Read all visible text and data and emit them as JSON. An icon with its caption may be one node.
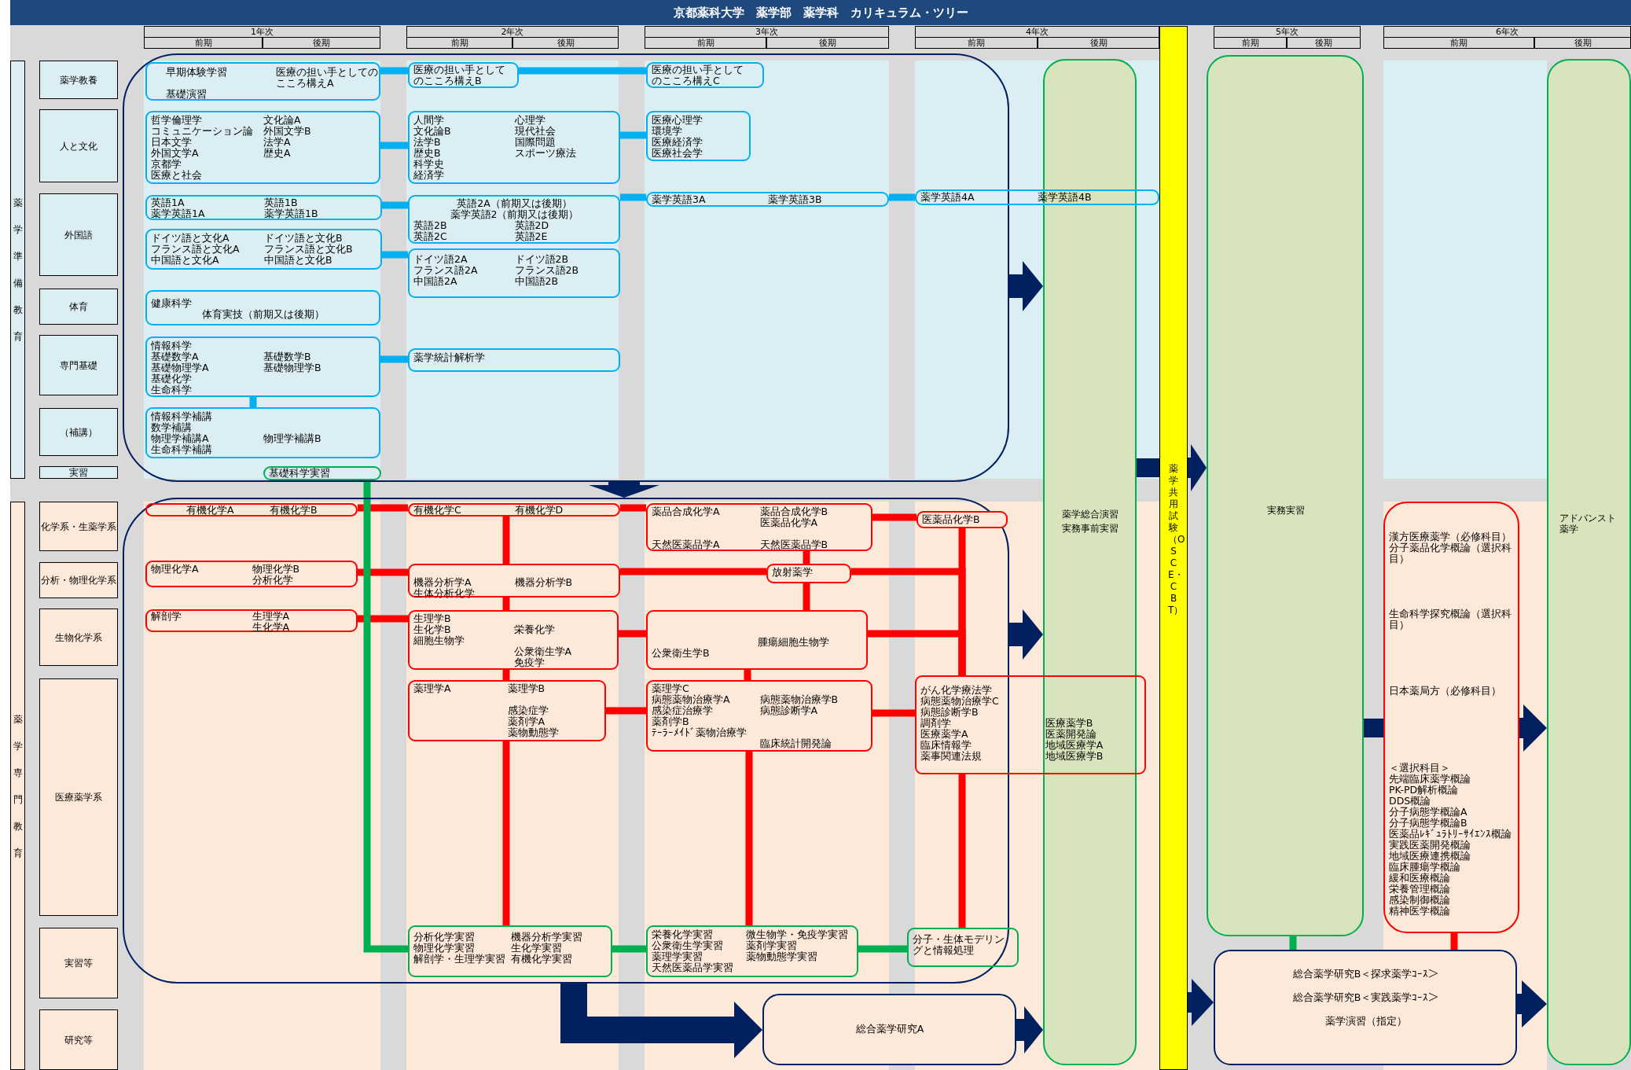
{
  "diagram": {
    "title": "京都薬科大学　薬学部　薬学科　カリキュラム・ツリー",
    "nodes": [
      {
        "text": [
          "薬学準備教育"
        ]
      },
      {
        "text": [
          "薬学教養"
        ]
      },
      {
        "text": [
          "人と文化"
        ]
      },
      {
        "text": [
          "外国語"
        ]
      },
      {
        "text": [
          "体育"
        ]
      },
      {
        "text": [
          "専門基礎"
        ]
      },
      {
        "text": [
          "（補講）"
        ]
      },
      {
        "text": [
          "実習"
        ]
      },
      {
        "text": [
          "薬学専門教育"
        ]
      },
      {
        "text": [
          "化学系・生薬学系"
        ]
      },
      {
        "text": [
          "分析・物理化学系"
        ]
      },
      {
        "text": [
          "生物化学系"
        ]
      },
      {
        "text": [
          "医療薬学系"
        ]
      },
      {
        "text": [
          "実習等"
        ]
      },
      {
        "text": [
          "研究等"
        ]
      },
      {
        "text": [],
        "shape": "box"
      },
      {
        "text": [
          "早期体験学習",
          "基礎演習",
          "医療の担い手としてのこころ構えA"
        ],
        "in": 15
      },
      {
        "text": [
          "医療の担い手としてのこころ構えB"
        ],
        "in": 15
      },
      {
        "text": [
          "医療の担い手としてのこころ構えC"
        ],
        "in": 15
      },
      {
        "text": [
          "哲学倫理学",
          "コミュニケーション論",
          "日本文学",
          "外国文学A",
          "京都学",
          "医療と社会",
          "文化論A",
          "外国文学B",
          "法学A",
          "歴史A"
        ],
        "in": 15
      },
      {
        "text": [
          "人間学",
          "文化論B",
          "法学B",
          "歴史B",
          "科学史",
          "経済学",
          "心理学",
          "現代社会",
          "国際問題",
          "スポーツ療法"
        ],
        "in": 15
      },
      {
        "text": [
          "医療心理学",
          "環境学",
          "医療経済学",
          "医療社会学"
        ],
        "in": 15
      },
      {
        "text": [
          "英語1A",
          "薬学英語1A",
          "英語1B",
          "薬学英語1B"
        ],
        "in": 15
      },
      {
        "text": [
          "英語2A（前期又は後期）",
          "薬学英語2（前期又は後期）",
          "英語2B",
          "英語2C",
          "英語2D",
          "英語2E"
        ],
        "in": 15
      },
      {
        "text": [
          "薬学英語3A",
          "薬学英語3B"
        ],
        "in": 15
      },
      {
        "text": [
          "薬学英語4A",
          "薬学英語4B"
        ]
      },
      {
        "text": [
          "ドイツ語と文化A",
          "フランス語と文化A",
          "中国語と文化A",
          "ドイツ語と文化B",
          "フランス語と文化B",
          "中国語と文化B"
        ],
        "in": 15
      },
      {
        "text": [
          "ドイツ語2A",
          "フランス語2A",
          "中国語2A",
          "ドイツ語2B",
          "フランス語2B",
          "中国語2B"
        ],
        "in": 15
      },
      {
        "text": [
          "健康科学",
          "体育実技（前期又は後期）"
        ],
        "in": 15
      },
      {
        "text": [
          "情報科学",
          "基礎数学A",
          "基礎物理学A",
          "基礎化学",
          "生命科学",
          "基礎数学B",
          "基礎物理学B"
        ],
        "in": 15
      },
      {
        "text": [
          "薬学統計解析学"
        ],
        "in": 15
      },
      {
        "text": [
          "情報科学補講",
          "数学補講",
          "物理学補講A",
          "生命科学補講",
          "物理学補講B"
        ],
        "in": 15
      },
      {
        "text": [
          "基礎科学実習"
        ],
        "in": 15
      },
      {
        "text": [],
        "shape": "box"
      },
      {
        "text": [
          "有機化学A",
          "有機化学B"
        ],
        "in": 33
      },
      {
        "text": [
          "有機化学C",
          "有機化学D"
        ],
        "in": 33
      },
      {
        "text": [
          "薬品合成化学A",
          "天然医薬品学A",
          "薬品合成化学B",
          "医薬品化学A",
          "天然医薬品学B"
        ],
        "in": 33
      },
      {
        "text": [
          "医薬品化学B"
        ],
        "in": 33
      },
      {
        "text": [
          "物理化学A",
          "物理化学B",
          "分析化学"
        ],
        "in": 33
      },
      {
        "text": [
          "機器分析学A",
          "生体分析化学",
          "機器分析学B"
        ],
        "in": 33
      },
      {
        "text": [
          "放射薬学"
        ],
        "in": 33
      },
      {
        "text": [
          "解剖学",
          "生理学A",
          "生化学A"
        ],
        "in": 33
      },
      {
        "text": [
          "生理学B",
          "生化学B",
          "細胞生物学",
          "栄養化学",
          "公衆衛生学A",
          "免疫学"
        ],
        "in": 33
      },
      {
        "text": [
          "公衆衛生学B",
          "腫瘍細胞生物学"
        ],
        "in": 33
      },
      {
        "text": [
          "薬理学A",
          "薬理学B",
          "感染症学",
          "薬剤学A",
          "薬物動態学"
        ],
        "in": 33
      },
      {
        "text": [
          "薬理学C",
          "病態薬物治療学A",
          "感染症治療学",
          "薬剤学B",
          "ﾃｰﾗｰﾒｲﾄﾞ薬物治療学",
          "病態薬物治療学B",
          "病態診断学A",
          "臨床統計開発論"
        ],
        "in": 33
      },
      {
        "text": [
          "がん化学療法学",
          "病態薬物治療学C",
          "病態診断学B",
          "調剤学",
          "医療薬学A",
          "臨床情報学",
          "薬事関連法規",
          "医療薬学B",
          "医薬開発論",
          "地域医療学A",
          "地域医療学B"
        ]
      },
      {
        "text": [
          "分析化学実習",
          "物理化学実習",
          "解剖学・生理学実習",
          "機器分析学実習",
          "生化学実習",
          "有機化学実習"
        ],
        "in": 33
      },
      {
        "text": [
          "栄養化学実習",
          "公衆衛生学実習",
          "薬理学実習",
          "天然医薬品学実習",
          "微生物学・免疫学実習",
          "薬剤学実習",
          "薬物動態学実習"
        ],
        "in": 33
      },
      {
        "text": [
          "分子・生体モデリングと情報処理"
        ],
        "in": 33
      },
      {
        "text": [
          "総合薬学研究A"
        ]
      },
      {
        "text": [
          "薬学総合演習",
          "実務事前実習"
        ]
      },
      {
        "text": [
          "薬学共用試験（OSCE・CBT）"
        ]
      },
      {
        "text": [
          "実務実習"
        ]
      },
      {
        "text": [
          "漢方医療薬学（必修科目）",
          "分子薬品化学概論（選択科目）",
          "生命科学探究概論（選択科目）",
          "日本薬局方（必修科目）",
          "＜選択科目＞",
          "先端臨床薬学概論",
          "PK-PD解析概論",
          "DDS概論",
          "分子病態学概論A",
          "分子病態学概論B",
          "医薬品ﾚｷﾞｭﾗﾄﾘｰｻｲｴﾝｽ概論",
          "実践医薬開発概論",
          "地域医療連携概論",
          "臨床腫瘍学概論",
          "緩和医療概論",
          "栄養管理概論",
          "感染制御概論",
          "精神医学概論"
        ]
      },
      {
        "text": [
          "総合薬学研究B＜探求薬学ｺｰｽ＞",
          "総合薬学研究B＜実践薬学ｺｰｽ＞",
          "薬学演習（指定）"
        ]
      },
      {
        "text": [
          "アドバンスト薬学"
        ]
      }
    ],
    "edges": [
      {
        "from": 16,
        "to": 17,
        "arrow": "none",
        "color": "#00b0f0"
      },
      {
        "from": 17,
        "to": 18,
        "arrow": "none",
        "color": "#00b0f0"
      },
      {
        "from": 19,
        "to": 20,
        "arrow": "none",
        "color": "#00b0f0"
      },
      {
        "from": 20,
        "to": 21,
        "arrow": "none",
        "color": "#00b0f0"
      },
      {
        "from": 22,
        "to": 23,
        "arrow": "none",
        "color": "#00b0f0"
      },
      {
        "from": 23,
        "to": 24,
        "arrow": "none",
        "color": "#00b0f0"
      },
      {
        "from": 24,
        "to": 25,
        "arrow": "none",
        "color": "#00b0f0"
      },
      {
        "from": 26,
        "to": 27,
        "arrow": "none",
        "color": "#00b0f0"
      },
      {
        "from": 29,
        "to": 30,
        "arrow": "none",
        "color": "#00b0f0"
      },
      {
        "from": 29,
        "to": 31,
        "arrow": "none",
        "color": "#00b0f0"
      },
      {
        "from": 34,
        "to": 35,
        "arrow": "none"
      },
      {
        "from": 35,
        "to": 36,
        "arrow": "none"
      },
      {
        "from": 36,
        "to": 37,
        "arrow": "none"
      },
      {
        "from": 35,
        "to": 39,
        "arrow": "none"
      },
      {
        "from": 38,
        "to": 39,
        "arrow": "none"
      },
      {
        "from": 39,
        "to": 40,
        "arrow": "none"
      },
      {
        "from": 36,
        "to": 40,
        "arrow": "none"
      },
      {
        "from": 40,
        "to": 43,
        "arrow": "none"
      },
      {
        "from": 39,
        "to": 42,
        "arrow": "none"
      },
      {
        "from": 41,
        "to": 42,
        "arrow": "none"
      },
      {
        "from": 42,
        "to": 43,
        "arrow": "none"
      },
      {
        "from": 42,
        "to": 44,
        "arrow": "none"
      },
      {
        "from": 43,
        "to": 45,
        "arrow": "none"
      },
      {
        "from": 44,
        "to": 45,
        "arrow": "none"
      },
      {
        "from": 45,
        "to": 46,
        "arrow": "none"
      },
      {
        "from": 44,
        "to": 47,
        "arrow": "none"
      },
      {
        "from": 45,
        "to": 48,
        "arrow": "none"
      },
      {
        "from": 37,
        "to": 46,
        "arrow": "none"
      },
      {
        "from": 40,
        "to": 46,
        "arrow": "none"
      },
      {
        "from": 43,
        "to": 46,
        "arrow": "none"
      },
      {
        "from": 46,
        "to": 49,
        "arrow": "none"
      },
      {
        "from": 32,
        "to": 47,
        "arrow": "none",
        "color": "#00b050"
      },
      {
        "from": 47,
        "to": 48,
        "arrow": "none",
        "color": "#00b050"
      },
      {
        "from": 48,
        "to": 49,
        "arrow": "none",
        "color": "#00b050"
      },
      {
        "from": 15,
        "to": 51,
        "arrow": "to",
        "style": "thick",
        "color": "#002060"
      },
      {
        "from": 15,
        "to": 33,
        "arrow": "to",
        "style": "thick",
        "color": "#002060"
      },
      {
        "from": 33,
        "to": 51,
        "arrow": "to",
        "style": "thick",
        "color": "#002060"
      },
      {
        "from": 33,
        "to": 50,
        "arrow": "to",
        "style": "thick",
        "color": "#002060"
      },
      {
        "from": 50,
        "to": 51,
        "arrow": "to",
        "style": "thick",
        "color": "#002060"
      },
      {
        "from": 51,
        "to": 52,
        "arrow": "none",
        "style": "thick",
        "color": "#002060"
      },
      {
        "from": 52,
        "to": 53,
        "arrow": "to",
        "style": "thick",
        "color": "#002060"
      },
      {
        "from": 52,
        "to": 55,
        "arrow": "to",
        "style": "thick",
        "color": "#002060"
      },
      {
        "from": 53,
        "to": 54,
        "arrow": "none",
        "style": "thick",
        "color": "#002060"
      },
      {
        "from": 54,
        "to": 56,
        "arrow": "to",
        "style": "thick",
        "color": "#002060"
      },
      {
        "from": 55,
        "to": 56,
        "arrow": "to",
        "style": "thick",
        "color": "#002060"
      },
      {
        "from": 53,
        "to": 55,
        "arrow": "none",
        "color": "#00b050"
      },
      {
        "from": 54,
        "to": 55,
        "arrow": "none"
      }
    ],
    "labels": [
      "1年次",
      "前期",
      "後期",
      "2年次",
      "前期",
      "後期",
      "3年次",
      "前期",
      "後期",
      "4年次",
      "前期",
      "後期",
      "5年次",
      "前期",
      "後期",
      "6年次",
      "前期",
      "後期"
    ]
  }
}
